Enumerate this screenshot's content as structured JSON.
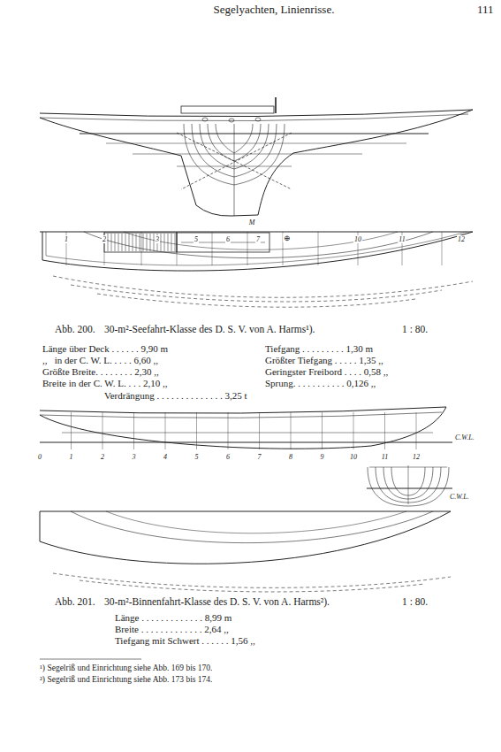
{
  "diagram": {
    "title": "Segelyachten, Linienrisse.",
    "labels": [
      "111",
      "1",
      "2",
      "3",
      "5",
      "6",
      "7",
      "⊕",
      "10",
      "11",
      "12",
      "M",
      "Abb. 200.",
      "30-m²-Seefahrt-Klasse des D. S. V. von A. Harms¹).",
      "1 : 80.",
      "Länge über Deck . . . . . . 9,90 m",
      ",,   in der C. W. L. . . . . 6,60 ,,",
      "Größte Breite. . . . . . . . 2,30 ,,",
      "Breite in der C. W. L. . . . 2,10 ,,",
      "Tiefgang . . . . . . . . . 1,30 m",
      "Größter Tiefgang . . . . . 1,35 ,,",
      "Geringster Freibord . . . . 0,58 ,,",
      "Sprung. . . . . . . . . . . 0,126 ,,",
      "Verdrängung . . . . . . . . . . . . . . 3,25 t",
      "0",
      "1",
      "2",
      "3",
      "4",
      "5",
      "6",
      "7",
      "8",
      "9",
      "10",
      "11",
      "12",
      "C.W.L.",
      "C.W.L.",
      "Abb. 201.",
      "30-m²-Binnenfahrt-Klasse des D. S. V. von A. Harms²).",
      "1 : 80.",
      "Länge . . . . . . . . . . . . . 8,99 m",
      "Breite . . . . . . . . . . . . . 2,64 ,,",
      "Tiefgang mit Schwert . . . . . . 1,56 ,,",
      "¹) Segelriß und Einrichtung siehe Abb. 169 bis 170.",
      "²) Segelriß und Einrichtung siehe Abb. 173 bis 174."
    ]
  }
}
